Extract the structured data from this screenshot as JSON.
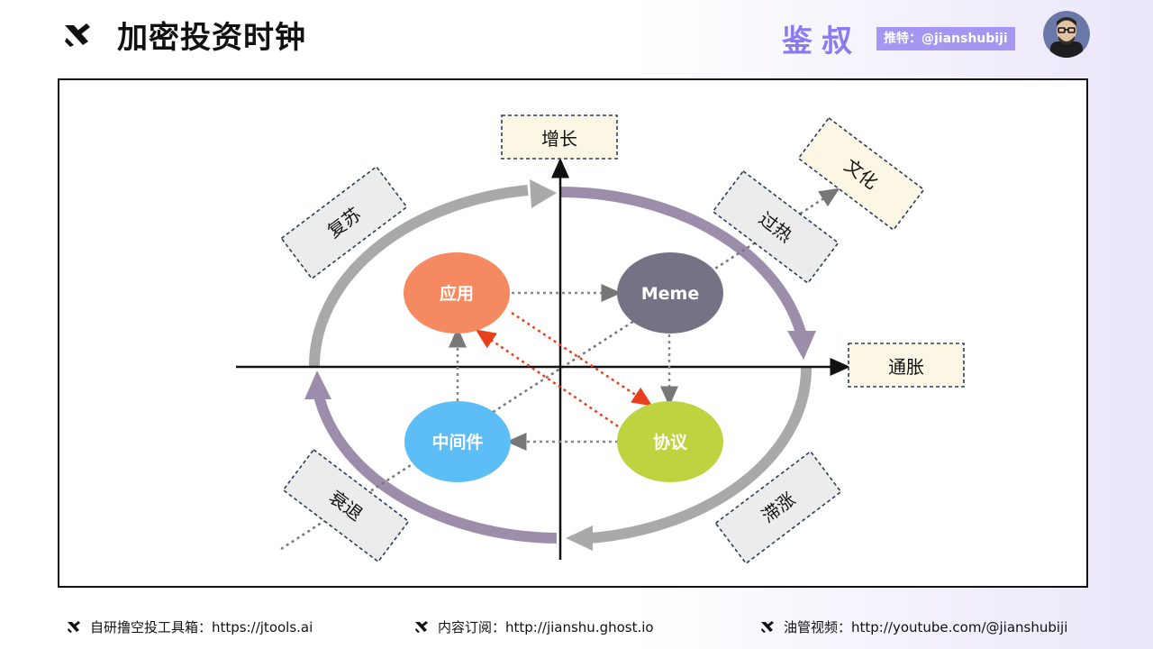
{
  "header": {
    "title": "加密投资时钟",
    "brand": "鉴叔",
    "recommend": "推特：@jianshubiji"
  },
  "diagram": {
    "axes": {
      "vertical_label": "增长",
      "horizontal_label": "通胀"
    },
    "phases": {
      "top_left": "复苏",
      "top_right": "过热",
      "bottom_left": "衰退",
      "bottom_right": "滞涨"
    },
    "extra_label": "文化",
    "nodes": {
      "application": "应用",
      "meme": "Meme",
      "middleware": "中间件",
      "protocol": "协议"
    },
    "colors": {
      "application": "#f5895f",
      "meme": "#767286",
      "middleware": "#5cbdf7",
      "protocol": "#bfd23f",
      "cycle_purple": "#9c8eab",
      "cycle_gray": "#a9a9a9",
      "red_arrow": "#e8401c"
    }
  },
  "footer": {
    "tools": "自研撸空投工具箱：https://jtools.ai",
    "subscribe": "内容订阅：http://jianshu.ghost.io",
    "youtube": "油管视频：http://youtube.com/@jianshubiji"
  }
}
